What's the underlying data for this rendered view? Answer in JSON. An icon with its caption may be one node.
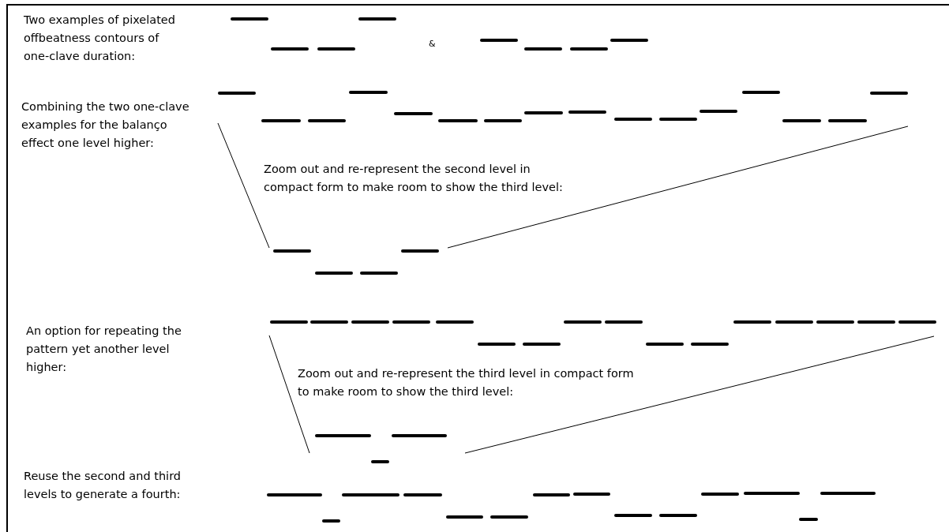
{
  "diagram": {
    "nodes": [
      {
        "text": [],
        "shape": "bar"
      },
      {
        "text": [],
        "shape": "bar"
      },
      {
        "text": [],
        "shape": "bar"
      },
      {
        "text": [],
        "shape": "bar"
      },
      {
        "text": [],
        "shape": "bar"
      },
      {
        "text": [],
        "shape": "bar"
      },
      {
        "text": [],
        "shape": "bar"
      }
    ],
    "edges": [
      {
        "from": 2,
        "to": 3,
        "arrow": "none"
      },
      {
        "from": 2,
        "to": 3,
        "arrow": "none"
      },
      {
        "from": 4,
        "to": 5,
        "arrow": "none"
      },
      {
        "from": 4,
        "to": 5,
        "arrow": "none"
      }
    ],
    "labels": [
      "Two examples of pixelated offbeatness contours of one-clave duration:",
      "&",
      "Combining the two one-clave examples for the balanço effect one level higher:",
      "Zoom out and re-represent the second level in compact form to make room to show the third level:",
      "An option for repeating the pattern yet another level higher:",
      "Zoom out and re-represent the third level in compact form to make room to show the third level:",
      "Reuse the second and third levels to generate a fourth:"
    ]
  }
}
